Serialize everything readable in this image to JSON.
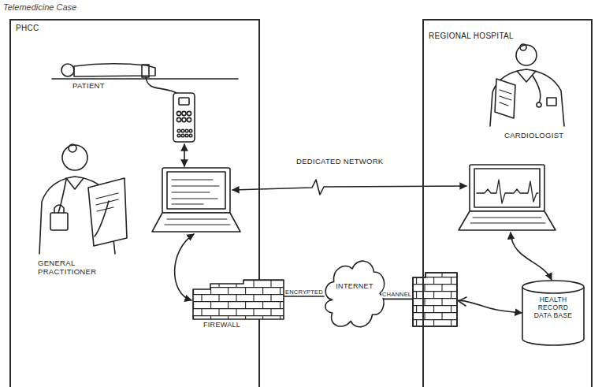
{
  "diagram": {
    "title": "Telemedicine Case",
    "nodes": [
      {
        "text": [
          "PHCC"
        ]
      },
      {
        "text": [
          "FIREWALL"
        ],
        "in": 0
      },
      {
        "text": [
          "INTERNET"
        ]
      },
      {
        "text": [
          "REGIONAL HOSPITAL"
        ]
      },
      {
        "text": [
          "HEALTH RECORD DATA BASE"
        ],
        "in": 3
      }
    ],
    "edges": [
      {
        "from": 1,
        "to": 2,
        "label": "ENCRYPTED",
        "arrow": "none"
      },
      {
        "from": 2,
        "to": 4,
        "label": "CHANNEL",
        "arrow": "to"
      }
    ],
    "labels": [
      "PATIENT",
      "GENERAL PRACTITIONER",
      "DEDICATED NETWORK",
      "CARDIOLOGIST"
    ]
  }
}
